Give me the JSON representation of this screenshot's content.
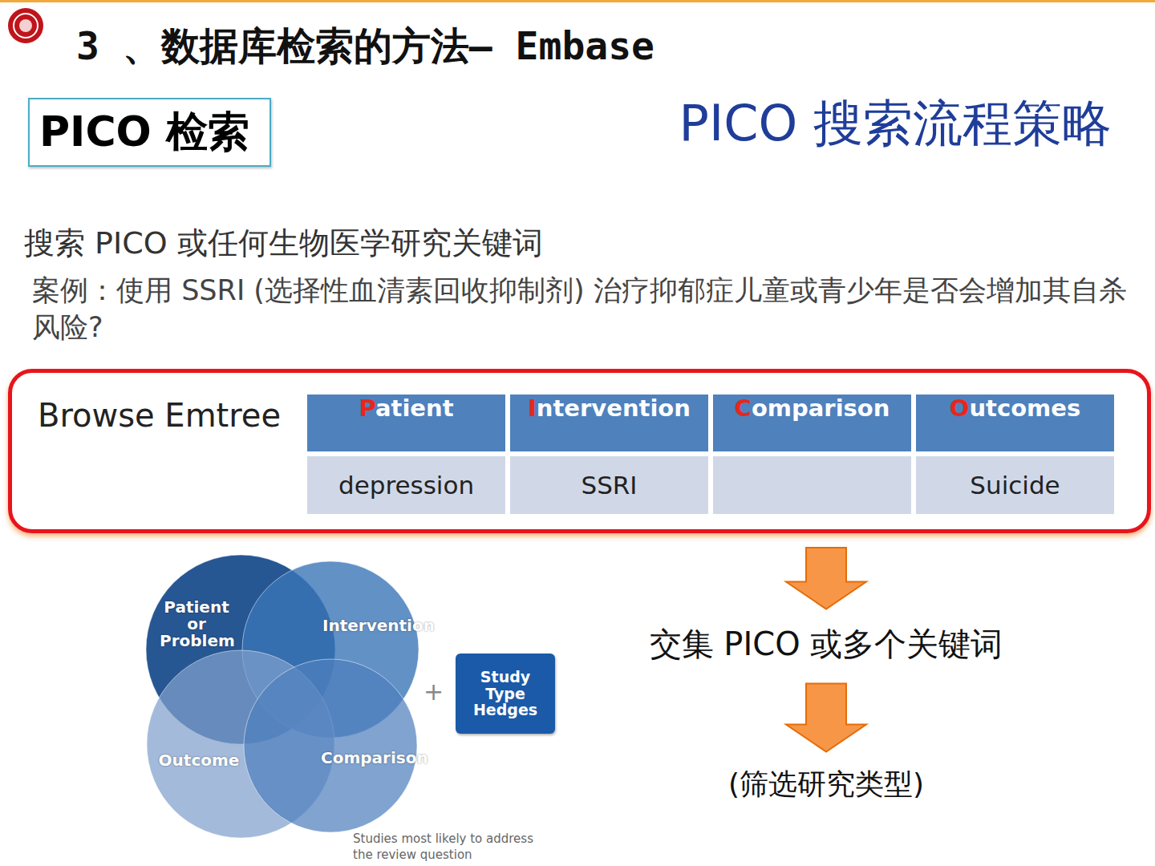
{
  "diagram": {
    "title": "3 、数据库检索的方法— Embase",
    "nodes": [
      {
        "text": [
          "PICO 检索"
        ]
      },
      {
        "text": [
          "Browse Emtree"
        ]
      },
      {
        "text": [
          "交集 PICO 或多个关键词"
        ]
      },
      {
        "text": [
          "(筛选研究类型)"
        ]
      },
      {
        "text": [
          "Patient or Problem"
        ]
      },
      {
        "text": [
          "Intervention"
        ]
      },
      {
        "text": [
          "Outcome"
        ]
      },
      {
        "text": [
          "Comparison"
        ]
      },
      {
        "text": [
          "Study Type Hedges"
        ]
      }
    ],
    "edges": [
      {
        "from": 1,
        "to": 2,
        "arrow": "to"
      },
      {
        "from": 2,
        "to": 3,
        "arrow": "to"
      }
    ],
    "labels": [
      "PICO 搜索流程策略",
      "搜索 PICO 或任何生物医学研究关键词",
      "案例：使用 SSRI (选择性血清素回收抑制剂) 治疗抑郁症儿童或青少年是否会增加其自杀风险?",
      "Patient",
      "Intervention",
      "Comparison",
      "Outcomes",
      "depression",
      "SSRI",
      "Suicide",
      "+",
      "Studies most likely to address the review question"
    ]
  }
}
